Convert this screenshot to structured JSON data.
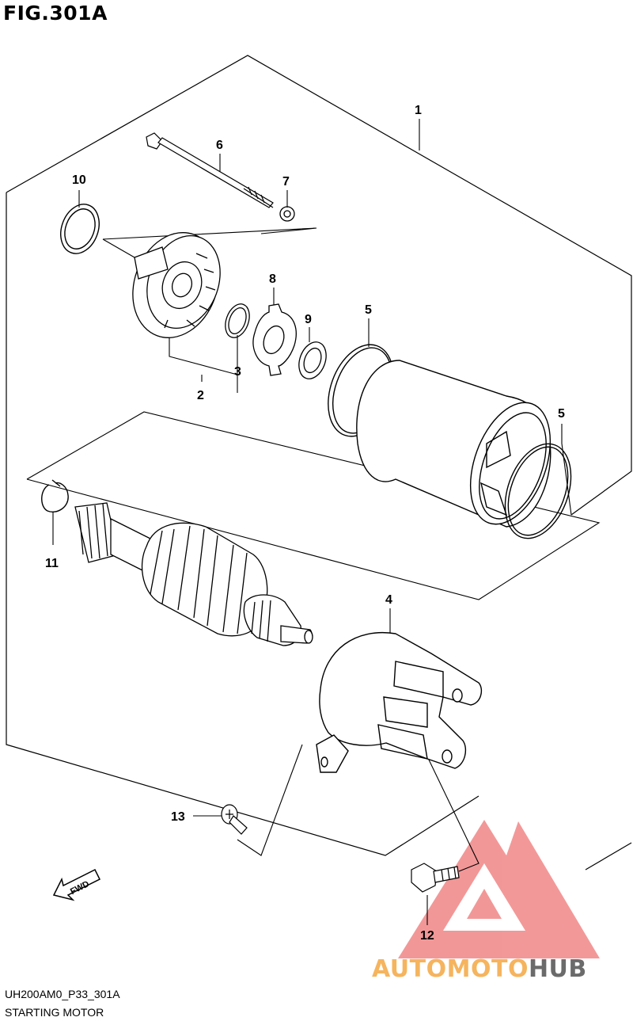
{
  "figure": {
    "title": "FIG.301A",
    "code": "UH200AM0_P33_301A",
    "name": "STARTING MOTOR"
  },
  "callouts": [
    {
      "id": "c1",
      "text": "1"
    },
    {
      "id": "c2",
      "text": "2"
    },
    {
      "id": "c3",
      "text": "3"
    },
    {
      "id": "c4",
      "text": "4"
    },
    {
      "id": "c5a",
      "text": "5"
    },
    {
      "id": "c5b",
      "text": "5"
    },
    {
      "id": "c6",
      "text": "6"
    },
    {
      "id": "c7",
      "text": "7"
    },
    {
      "id": "c8",
      "text": "8"
    },
    {
      "id": "c9",
      "text": "9"
    },
    {
      "id": "c10",
      "text": "10"
    },
    {
      "id": "c11",
      "text": "11"
    },
    {
      "id": "c12",
      "text": "12"
    },
    {
      "id": "c13",
      "text": "13"
    }
  ],
  "fwd_label": "FWD",
  "watermark": {
    "part_a": "AUTOMOTO",
    "part_b": "HUB",
    "color_a": "#f5b45e",
    "color_b": "#6b6b6b",
    "logo_color": "#f07e7e"
  }
}
